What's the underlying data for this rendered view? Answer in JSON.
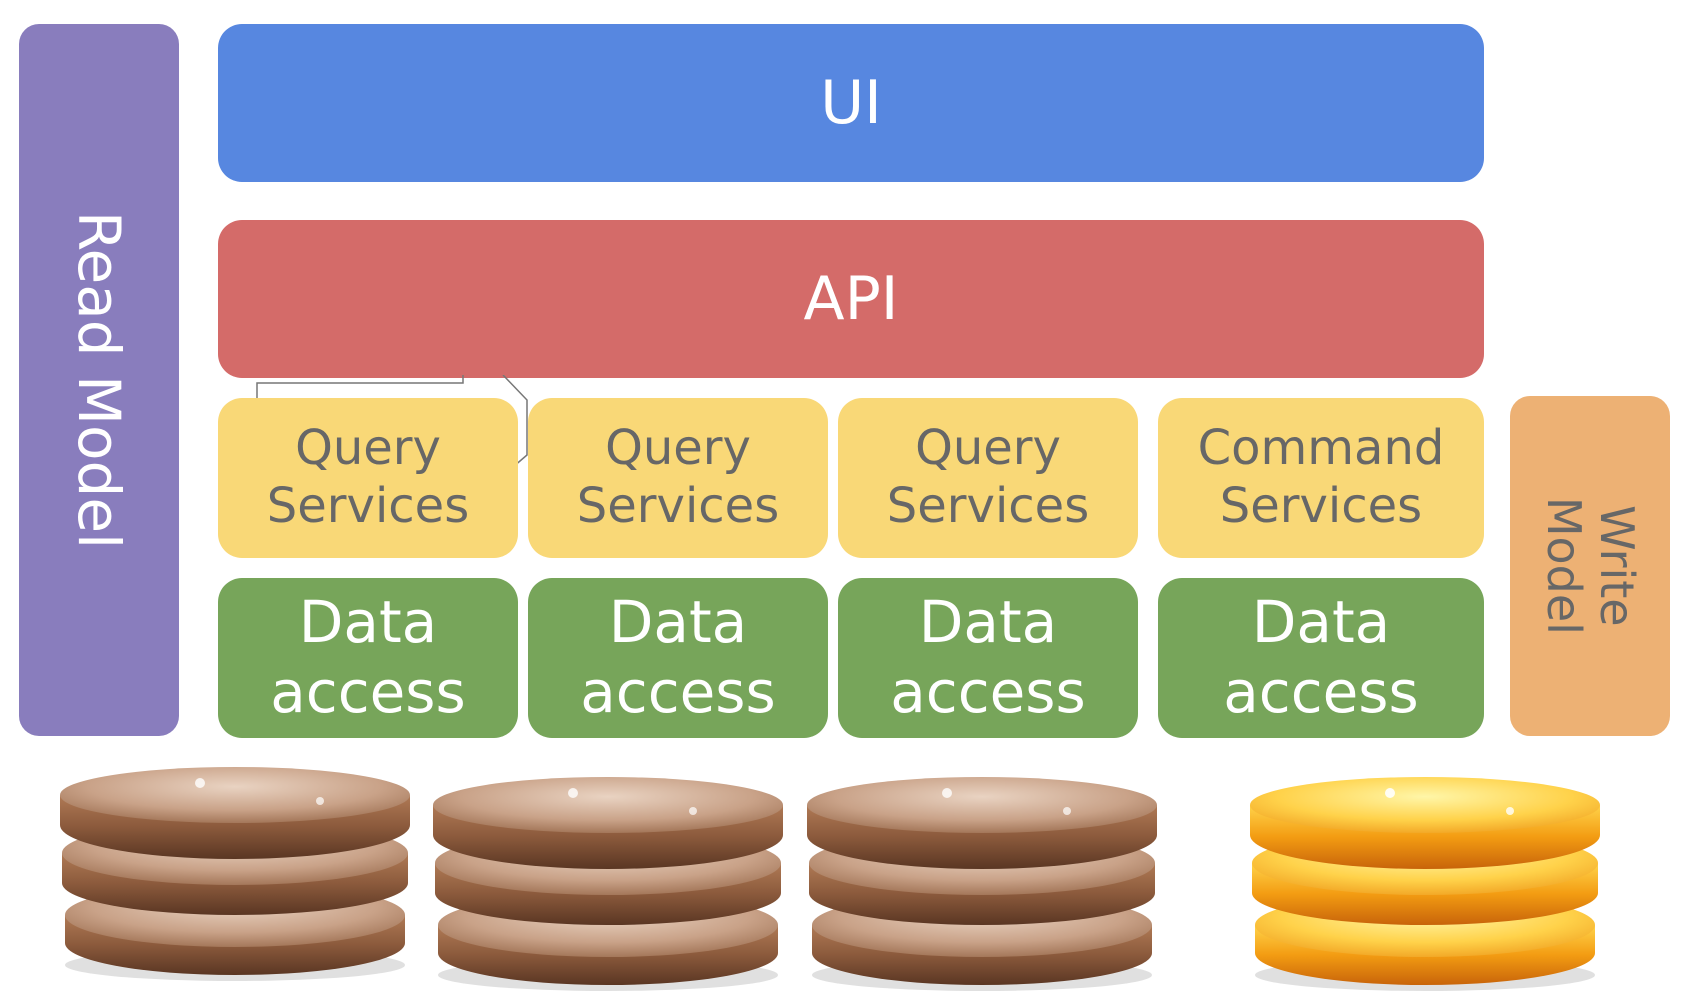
{
  "layers": {
    "ui": "UI",
    "api": "API"
  },
  "read_model": "Read Model",
  "write_model": "Write\nModel",
  "services": [
    {
      "line1": "Query",
      "line2": "Services"
    },
    {
      "line1": "Query",
      "line2": "Services"
    },
    {
      "line1": "Query",
      "line2": "Services"
    },
    {
      "line1": "Command",
      "line2": "Services"
    }
  ],
  "data_access": [
    {
      "line1": "Data",
      "line2": "access"
    },
    {
      "line1": "Data",
      "line2": "access"
    },
    {
      "line1": "Data",
      "line2": "access"
    },
    {
      "line1": "Data",
      "line2": "access"
    }
  ],
  "colors": {
    "ui": "#5787E0",
    "api": "#D46B69",
    "read_model": "#897DBD",
    "write_model": "#EDB174",
    "services": "#F9D877",
    "data_access": "#77A55A",
    "read_database": "#8B5A3C",
    "write_database": "#F39C12"
  },
  "databases": [
    {
      "role": "read",
      "icon": "database-icon"
    },
    {
      "role": "read",
      "icon": "database-icon"
    },
    {
      "role": "read",
      "icon": "database-icon"
    },
    {
      "role": "write",
      "icon": "database-icon"
    }
  ]
}
